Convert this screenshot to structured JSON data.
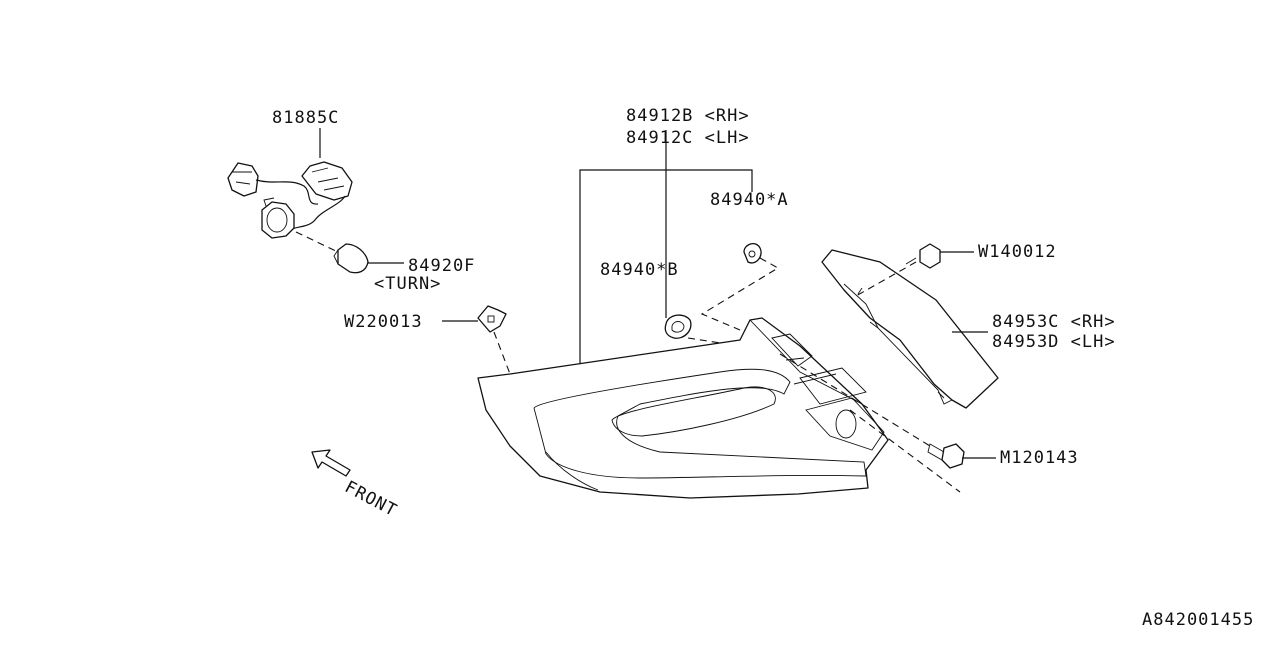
{
  "labels": {
    "socket": "81885C",
    "lens_rh": "84912B <RH>",
    "lens_lh": "84912C <LH>",
    "gasket_a": "84940*A",
    "gasket_b": "84940*B",
    "bulb": "84920F",
    "bulb_turn": "<TURN>",
    "clip": "W220013",
    "bolt": "W140012",
    "cover_rh": "84953C <RH>",
    "cover_lh": "84953D <LH>",
    "screw": "M120143",
    "front": "FRONT",
    "diagram_id": "A842001455"
  }
}
